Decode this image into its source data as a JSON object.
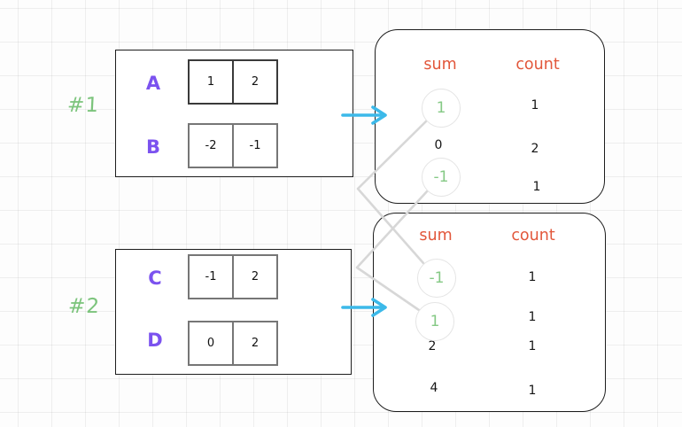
{
  "groups": [
    {
      "id": "#1",
      "arrays": [
        {
          "name": "A",
          "values": [
            "1",
            "2"
          ]
        },
        {
          "name": "B",
          "values": [
            "-2",
            "-1"
          ]
        }
      ]
    },
    {
      "id": "#2",
      "arrays": [
        {
          "name": "C",
          "values": [
            "-1",
            "2"
          ]
        },
        {
          "name": "D",
          "values": [
            "0",
            "2"
          ]
        }
      ]
    }
  ],
  "tables": [
    {
      "header": {
        "sum": "sum",
        "count": "count"
      },
      "rows": [
        {
          "sum": "1",
          "count": "1",
          "circled": true
        },
        {
          "sum": "0",
          "count": "2",
          "circled": false
        },
        {
          "sum": "-1",
          "count": "1",
          "circled": true
        }
      ]
    },
    {
      "header": {
        "sum": "sum",
        "count": "count"
      },
      "rows": [
        {
          "sum": "-1",
          "count": "1",
          "circled": true
        },
        {
          "sum": "1",
          "count": "1",
          "circled": true
        },
        {
          "sum": "2",
          "count": "1",
          "circled": false
        },
        {
          "sum": "4",
          "count": "1",
          "circled": false
        }
      ]
    }
  ],
  "connections": [
    {
      "from": "table1 sum 1",
      "to": "table2 sum -1"
    },
    {
      "from": "table1 sum -1",
      "to": "table2 sum 1"
    }
  ],
  "colors": {
    "group_label_green": "#7cc47c",
    "array_name_purple": "#7b52ef",
    "header_orange": "#e2573b",
    "arrow_cyan": "#3cb9e9",
    "highlight_green": "#85c985",
    "connector_gray": "#d7d7d7"
  }
}
